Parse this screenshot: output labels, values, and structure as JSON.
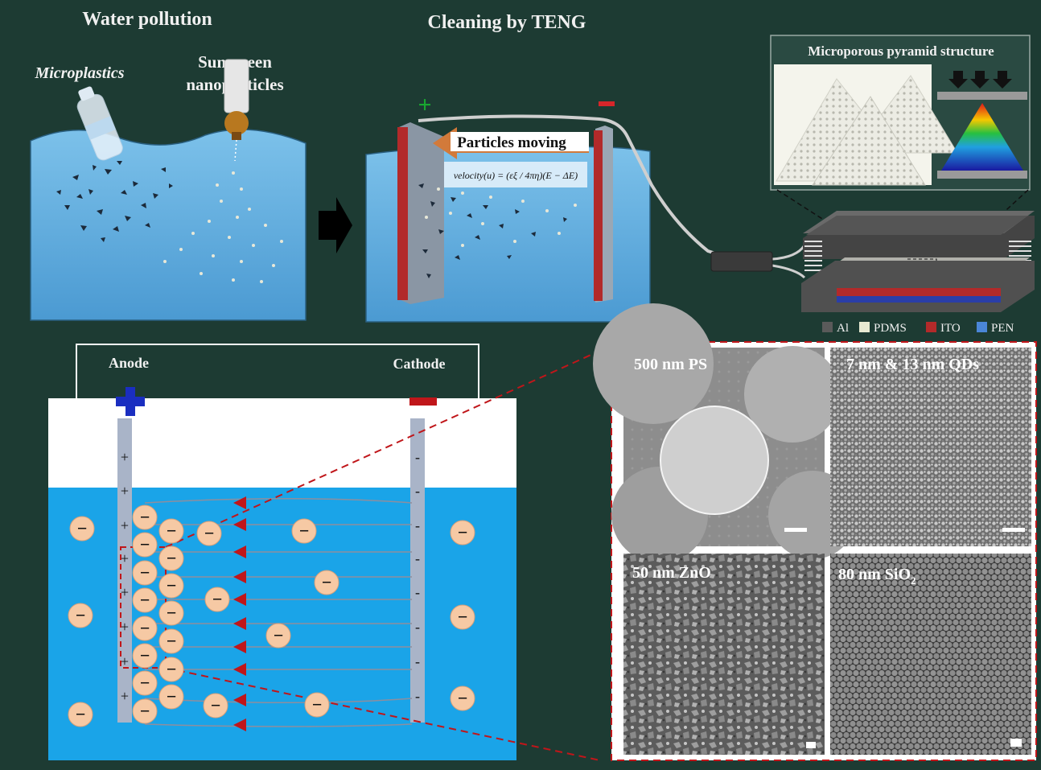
{
  "titles": {
    "water_pollution": "Water pollution",
    "cleaning": "Cleaning by TENG"
  },
  "labels": {
    "microplastics": "Microplastics",
    "sunscreen_line1": "Sunscreen",
    "sunscreen_line2": "nanoparticles",
    "particles_moving": "Particles moving",
    "velocity_formula": "velocity(u) = (εξ / 4πη)(E − ΔE)",
    "pyramid_title": "Microporous pyramid structure",
    "anode": "Anode",
    "cathode": "Cathode"
  },
  "legend": [
    {
      "label": "Al",
      "color": "#5a5a5a"
    },
    {
      "label": "PDMS",
      "color": "#e8ead2"
    },
    {
      "label": "ITO",
      "color": "#b22a2a"
    },
    {
      "label": "PEN",
      "color": "#4a86d8"
    }
  ],
  "sem_panels": [
    {
      "label": "500 nm PS"
    },
    {
      "label": "7 nm & 13 nm QDs"
    },
    {
      "label": "50 nm ZnO"
    },
    {
      "label": "80 nm SiO",
      "sub": "2"
    }
  ],
  "signs": {
    "plus": "+",
    "minus": "−",
    "dash": "-"
  },
  "colors": {
    "background": "#1d3b33",
    "water": "#5aa7dc",
    "water_bright": "#1aa4e8",
    "electrode_red": "#b22a2a",
    "particle": "#f6c9a4",
    "field_arrow": "#c0161a",
    "dashed_red": "#c0161a"
  }
}
